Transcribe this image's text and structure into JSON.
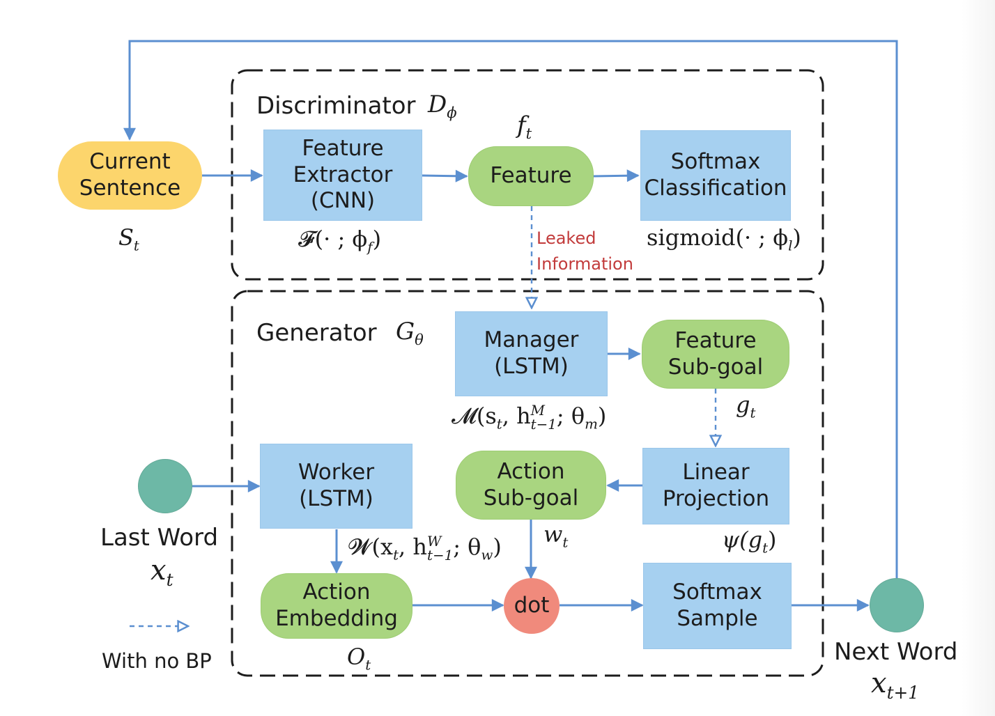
{
  "discriminator": {
    "title": "Discriminator",
    "symbol": "D",
    "symbol_sub": "ϕ",
    "feature_extractor": "Feature\nExtractor\n(CNN)",
    "feature": "Feature",
    "softmax_classification": "Softmax\nClassification",
    "ft": "f",
    "ft_sub": "t",
    "fe_formula": "𝓕(· ; ϕ",
    "fe_formula_sub": "f",
    "fe_formula_end": ")",
    "sig_formula": "sigmoid(· ; ϕ",
    "sig_formula_sub": "l",
    "sig_formula_end": ")"
  },
  "current_sentence": {
    "label": "Current\nSentence",
    "symbol": "S",
    "symbol_sub": "t"
  },
  "leaked": "Leaked\nInformation",
  "generator": {
    "title": "Generator",
    "symbol": "G",
    "symbol_sub": "θ",
    "manager": "Manager\n(LSTM)",
    "feature_subgoal": "Feature\nSub-goal",
    "linear_projection": "Linear\nProjection",
    "action_subgoal": "Action\nSub-goal",
    "worker": "Worker\n(LSTM)",
    "action_embedding": "Action\nEmbedding",
    "dot": "dot",
    "softmax_sample": "Softmax\nSample",
    "m_formula": "𝓜(s",
    "m_formula_sub1": "t",
    "m_formula_mid": ", h",
    "m_formula_sup": "M",
    "m_formula_sub2": "t−1",
    "m_formula_end": "; θ",
    "m_formula_sub3": "m",
    "m_formula_close": ")",
    "gt": "g",
    "gt_sub": "t",
    "psi": "ψ(g",
    "psi_sub": "t",
    "psi_end": ")",
    "wt": "w",
    "wt_sub": "t",
    "w_formula": "𝓦(x",
    "w_formula_sub1": "t",
    "w_formula_mid": ", h",
    "w_formula_sup": "W",
    "w_formula_sub2": "t−1",
    "w_formula_end": "; θ",
    "w_formula_sub3": "w",
    "w_formula_close": ")",
    "ot": "O",
    "ot_sub": "t"
  },
  "last_word": {
    "label": "Last Word",
    "symbol": "x",
    "symbol_sub": "t"
  },
  "next_word": {
    "label": "Next Word",
    "symbol": "x",
    "symbol_sub": "t+1"
  },
  "legend": {
    "label": "With no BP"
  },
  "colors": {
    "arrow": "#5b8fd0",
    "blue_box": "#a6d0f0",
    "green_pill": "#a9d580",
    "yellow_pill": "#fcd56c",
    "teal_circle": "#6db8a6",
    "dot_circle": "#f08a7c",
    "leaked_text": "#c23b3b"
  }
}
